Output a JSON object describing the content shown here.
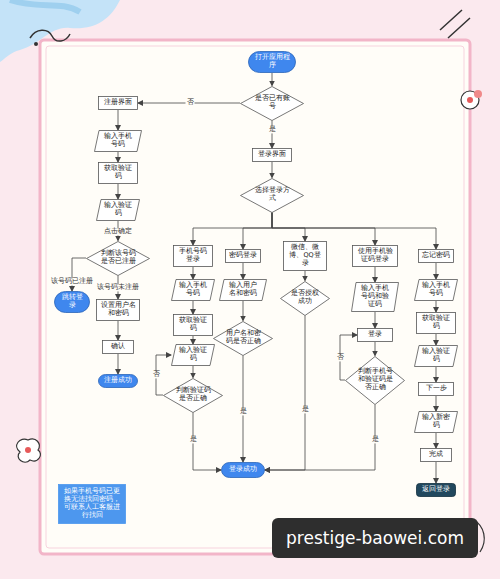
{
  "diagram": {
    "nodes": [
      {
        "text": [
          "打开应用程序"
        ]
      },
      {
        "text": [
          "是否已有账号"
        ]
      },
      {
        "text": [
          "注册界面"
        ]
      },
      {
        "text": [
          "输入手机号码"
        ]
      },
      {
        "text": [
          "获取验证码"
        ]
      },
      {
        "text": [
          "输入验证码"
        ]
      },
      {
        "text": [
          "判断该号码是否已注册"
        ]
      },
      {
        "text": [
          "跳转登录"
        ]
      },
      {
        "text": [
          "设置用户名和密码"
        ]
      },
      {
        "text": [
          "确认"
        ]
      },
      {
        "text": [
          "注册成功"
        ]
      },
      {
        "text": [
          "登录界面"
        ]
      },
      {
        "text": [
          "选择登录方式"
        ]
      },
      {
        "text": [
          "手机号码登录"
        ]
      },
      {
        "text": [
          "密码登录"
        ]
      },
      {
        "text": [
          "微信、微博、QQ登录"
        ]
      },
      {
        "text": [
          "使用手机验证码登录"
        ]
      },
      {
        "text": [
          "忘记密码"
        ]
      },
      {
        "text": [
          "输入手机号码"
        ]
      },
      {
        "text": [
          "获取验证码"
        ]
      },
      {
        "text": [
          "输入验证码"
        ]
      },
      {
        "text": [
          "判断验证码是否正确"
        ]
      },
      {
        "text": [
          "输入用户名和密码"
        ]
      },
      {
        "text": [
          "用户名和密码是否正确"
        ]
      },
      {
        "text": [
          "是否授权成功"
        ]
      },
      {
        "text": [
          "输入手机号码和验证码"
        ]
      },
      {
        "text": [
          "登录"
        ]
      },
      {
        "text": [
          "判断手机号和验证码是否正确"
        ]
      },
      {
        "text": [
          "登录成功"
        ]
      },
      {
        "text": [
          "输入手机号码"
        ]
      },
      {
        "text": [
          "获取验证码"
        ]
      },
      {
        "text": [
          "输入验证码"
        ]
      },
      {
        "text": [
          "下一步"
        ]
      },
      {
        "text": [
          "输入新密码"
        ]
      },
      {
        "text": [
          "完成"
        ]
      },
      {
        "text": [
          "返回登录"
        ]
      },
      {
        "text": [
          "如果手机号码已更换无法找回密码，可联系人工客服进行找回"
        ]
      }
    ],
    "edges": [
      {
        "from": 0,
        "to": 1,
        "arrow": "to"
      },
      {
        "from": 1,
        "to": 2,
        "label": "否",
        "arrow": "to"
      },
      {
        "from": 2,
        "to": 3,
        "arrow": "to"
      },
      {
        "from": 3,
        "to": 4,
        "arrow": "to"
      },
      {
        "from": 4,
        "to": 5,
        "arrow": "to"
      },
      {
        "from": 5,
        "to": 6,
        "label": "点击确定",
        "arrow": "to"
      },
      {
        "from": 6,
        "to": 7,
        "label": "该号码已注册",
        "arrow": "to"
      },
      {
        "from": 6,
        "to": 8,
        "label": "该号码未注册",
        "arrow": "to"
      },
      {
        "from": 8,
        "to": 9,
        "arrow": "to"
      },
      {
        "from": 9,
        "to": 10,
        "arrow": "to"
      },
      {
        "from": 1,
        "to": 11,
        "label": "是",
        "arrow": "to"
      },
      {
        "from": 11,
        "to": 12,
        "arrow": "to"
      },
      {
        "from": 12,
        "to": 13,
        "arrow": "to"
      },
      {
        "from": 12,
        "to": 14,
        "arrow": "to"
      },
      {
        "from": 12,
        "to": 15,
        "arrow": "to"
      },
      {
        "from": 12,
        "to": 16,
        "arrow": "to"
      },
      {
        "from": 12,
        "to": 17,
        "arrow": "to"
      },
      {
        "from": 13,
        "to": 18,
        "arrow": "to"
      },
      {
        "from": 18,
        "to": 19,
        "arrow": "to"
      },
      {
        "from": 19,
        "to": 20,
        "arrow": "to"
      },
      {
        "from": 20,
        "to": 21,
        "arrow": "to"
      },
      {
        "from": 21,
        "to": 28,
        "label": "是",
        "arrow": "to"
      },
      {
        "from": 21,
        "to": 20,
        "label": "否",
        "arrow": "to"
      },
      {
        "from": 14,
        "to": 22,
        "arrow": "to"
      },
      {
        "from": 22,
        "to": 23,
        "arrow": "to"
      },
      {
        "from": 23,
        "to": 28,
        "label": "是",
        "arrow": "to"
      },
      {
        "from": 15,
        "to": 24,
        "arrow": "to"
      },
      {
        "from": 24,
        "to": 28,
        "label": "是",
        "arrow": "to"
      },
      {
        "from": 16,
        "to": 25,
        "arrow": "to"
      },
      {
        "from": 25,
        "to": 26,
        "arrow": "to"
      },
      {
        "from": 26,
        "to": 27,
        "arrow": "to"
      },
      {
        "from": 27,
        "to": 28,
        "label": "是",
        "arrow": "to"
      },
      {
        "from": 27,
        "to": 26,
        "label": "否",
        "arrow": "to"
      },
      {
        "from": 17,
        "to": 29,
        "arrow": "to"
      },
      {
        "from": 29,
        "to": 30,
        "arrow": "to"
      },
      {
        "from": 30,
        "to": 31,
        "arrow": "to"
      },
      {
        "from": 31,
        "to": 32,
        "arrow": "to"
      },
      {
        "from": 32,
        "to": 33,
        "arrow": "to"
      },
      {
        "from": 33,
        "to": 34,
        "arrow": "to"
      },
      {
        "from": 34,
        "to": 35,
        "arrow": "to"
      }
    ],
    "labels": [
      "prestige-baowei.com"
    ]
  }
}
